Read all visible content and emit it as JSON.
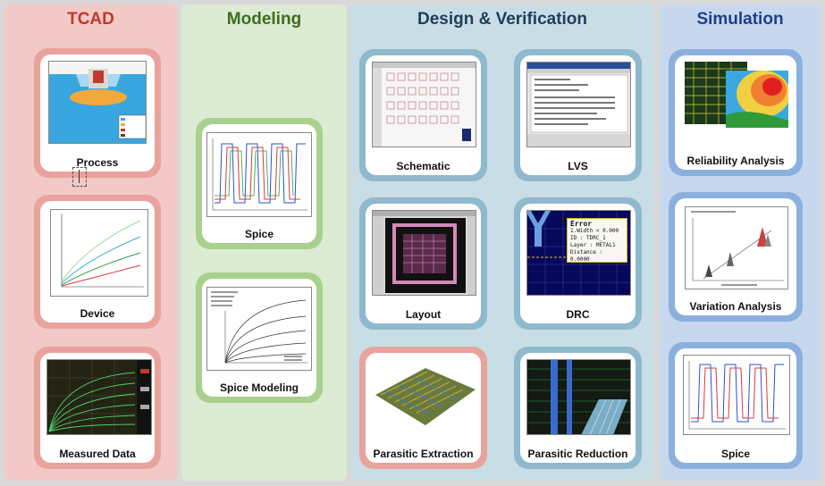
{
  "columns": {
    "tcad": {
      "title": "TCAD",
      "title_color": "#c0392b"
    },
    "modeling": {
      "title": "Modeling",
      "title_color": "#3f6d1f"
    },
    "design": {
      "title": "Design & Verification",
      "title_color": "#1f3d5a"
    },
    "simulation": {
      "title": "Simulation",
      "title_color": "#1f3f8a"
    }
  },
  "cards": {
    "process": "Process",
    "device": "Device",
    "measured": "Measured Data",
    "spice_model": "Spice",
    "spice_modeling": "Spice Modeling",
    "schematic": "Schematic",
    "lvs": "LVS",
    "layout": "Layout",
    "drc": "DRC",
    "parasitic_extraction": "Parasitic Extraction",
    "parasitic_reduction": "Parasitic Reduction",
    "reliability": "Reliability Analysis",
    "variation": "Variation Analysis",
    "spice_sim": "Spice"
  },
  "drc_popup": {
    "title": "Error",
    "lines": [
      "1.Width < 0.000",
      "ID : TDRC_1",
      "Layer : METAL1",
      "Distance : 0.0000"
    ]
  },
  "colors": {
    "tcad_bg": "#f2c9c6",
    "modeling_bg": "#dcebd3",
    "design_bg": "#c9dde6",
    "simulation_bg": "#c7d8ee"
  }
}
